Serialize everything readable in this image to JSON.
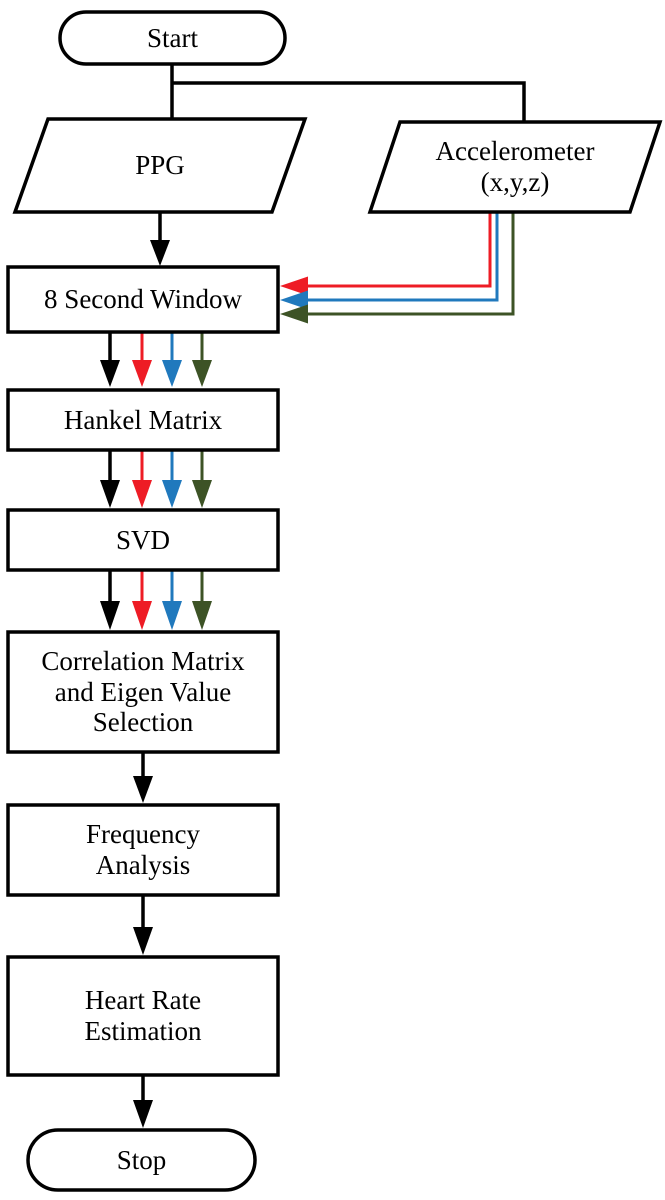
{
  "diagram": {
    "title": "PPG Heart Rate Estimation Flowchart",
    "type": "flowchart",
    "colors": {
      "stroke": "#000000",
      "fill": "#ffffff",
      "channel_x": "#ee1c25",
      "channel_y": "#2079bd",
      "channel_z": "#3d5326"
    },
    "nodes": [
      {
        "id": "start",
        "shape": "terminal",
        "label": "Start"
      },
      {
        "id": "ppg",
        "shape": "parallelogram",
        "label": "PPG"
      },
      {
        "id": "accel",
        "shape": "parallelogram",
        "label": "Accelerometer\n(x,y,z)"
      },
      {
        "id": "window",
        "shape": "rectangle",
        "label": "8 Second Window"
      },
      {
        "id": "hankel",
        "shape": "rectangle",
        "label": "Hankel Matrix"
      },
      {
        "id": "svd",
        "shape": "rectangle",
        "label": "SVD"
      },
      {
        "id": "correlation",
        "shape": "rectangle",
        "label": "Correlation Matrix\nand Eigen Value\nSelection"
      },
      {
        "id": "frequency",
        "shape": "rectangle",
        "label": "Frequency\nAnalysis"
      },
      {
        "id": "heartrate",
        "shape": "rectangle",
        "label": "Heart Rate\nEstimation"
      },
      {
        "id": "stop",
        "shape": "terminal",
        "label": "Stop"
      }
    ],
    "edges": [
      {
        "from": "start",
        "to": "ppg",
        "color": "#000000"
      },
      {
        "from": "start",
        "to": "accel",
        "color": "#000000"
      },
      {
        "from": "ppg",
        "to": "window",
        "color": "#000000"
      },
      {
        "from": "accel",
        "to": "window",
        "color": "#ee1c25"
      },
      {
        "from": "accel",
        "to": "window",
        "color": "#2079bd"
      },
      {
        "from": "accel",
        "to": "window",
        "color": "#3d5326"
      },
      {
        "from": "window",
        "to": "hankel",
        "color": "#000000"
      },
      {
        "from": "window",
        "to": "hankel",
        "color": "#ee1c25"
      },
      {
        "from": "window",
        "to": "hankel",
        "color": "#2079bd"
      },
      {
        "from": "window",
        "to": "hankel",
        "color": "#3d5326"
      },
      {
        "from": "hankel",
        "to": "svd",
        "color": "#000000"
      },
      {
        "from": "hankel",
        "to": "svd",
        "color": "#ee1c25"
      },
      {
        "from": "hankel",
        "to": "svd",
        "color": "#2079bd"
      },
      {
        "from": "hankel",
        "to": "svd",
        "color": "#3d5326"
      },
      {
        "from": "svd",
        "to": "correlation",
        "color": "#000000"
      },
      {
        "from": "svd",
        "to": "correlation",
        "color": "#ee1c25"
      },
      {
        "from": "svd",
        "to": "correlation",
        "color": "#2079bd"
      },
      {
        "from": "svd",
        "to": "correlation",
        "color": "#3d5326"
      },
      {
        "from": "correlation",
        "to": "frequency",
        "color": "#000000"
      },
      {
        "from": "frequency",
        "to": "heartrate",
        "color": "#000000"
      },
      {
        "from": "heartrate",
        "to": "stop",
        "color": "#000000"
      }
    ]
  }
}
